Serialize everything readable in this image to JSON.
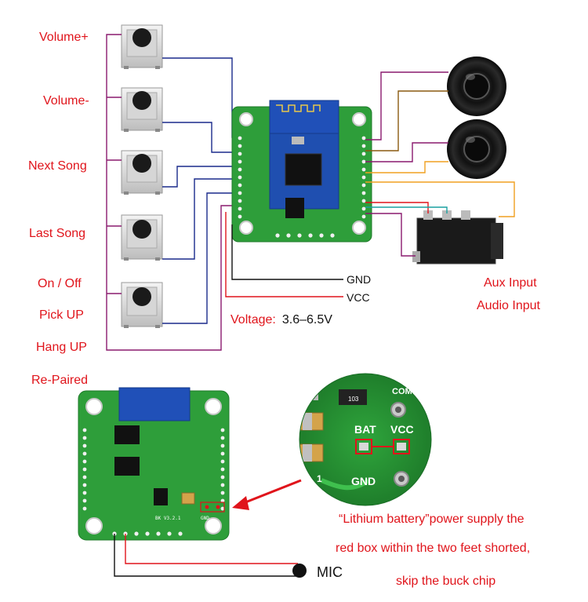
{
  "button_labels": {
    "volume_up": "Volume+",
    "volume_down": "Volume-",
    "next_song": "Next Song",
    "last_song": "Last Song",
    "on_off": "On / Off",
    "pick_up": "Pick UP",
    "hang_up": "Hang UP",
    "re_paired": "Re-Paired"
  },
  "power": {
    "gnd": "GND",
    "vcc": "VCC",
    "voltage_label": "Voltage",
    "voltage_sep": ":",
    "voltage_value": "3.6–6.5V"
  },
  "aux": {
    "line1": "Aux Input",
    "line2": "Audio Input"
  },
  "bottom": {
    "mic": "MIC",
    "note_line1": "“Lithium battery”power supply the",
    "note_line2": "red box within the two feet shorted,",
    "note_line3": "skip the buck chip",
    "board_version": "BK  V3.2.1",
    "board_gnd": "GND"
  },
  "zoom": {
    "bat": "BAT",
    "vcc": "VCC",
    "gnd": "GND",
    "com": "COM",
    "num": "1",
    "code": "103"
  },
  "colors": {
    "label_red": "#e0141b",
    "pcb_green": "#2e9e3a",
    "wire_navy": "#1a2a8c",
    "wire_purple": "#8a1a6e",
    "wire_brown": "#8a5a10",
    "wire_orange": "#f0a020",
    "wire_teal": "#1aa0a0",
    "wire_red": "#e0141b"
  }
}
